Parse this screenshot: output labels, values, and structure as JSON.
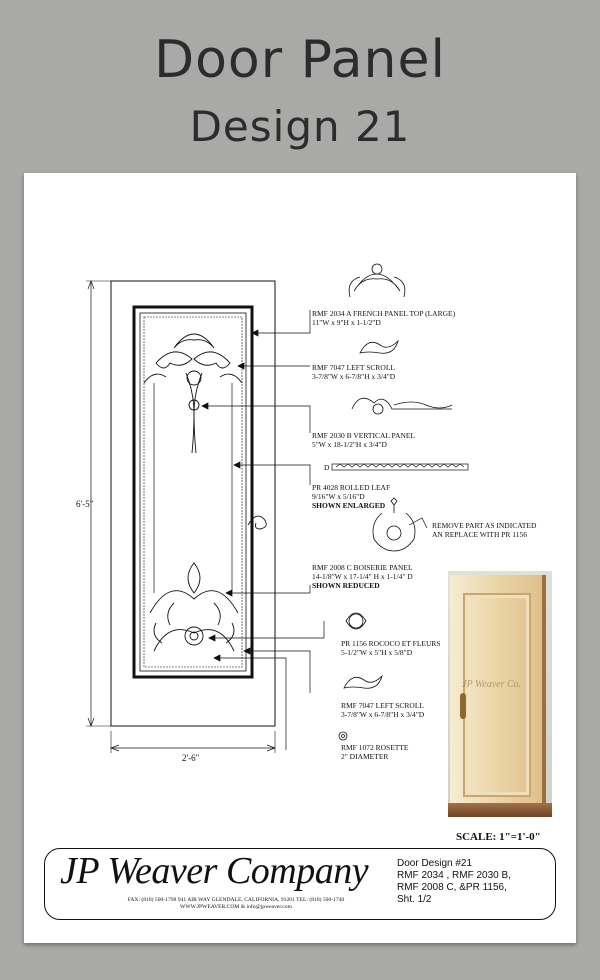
{
  "header": {
    "line1": "Door Panel",
    "line2": "Design 21"
  },
  "dimensions": {
    "height": "6'-5\"",
    "width": "2'-6\""
  },
  "callouts": [
    {
      "line1": "RMF 2034 A FRENCH PANEL TOP (LARGE)",
      "line2": "11\"W x 9\"H x 1-1/2\"D",
      "bold": ""
    },
    {
      "line1": "RMF 7047 LEFT SCROLL",
      "line2": "3-7/8\"W x 6-7/8\"H x 3/4\"D",
      "bold": ""
    },
    {
      "line1": "RMF 2030 B VERTICAL PANEL",
      "line2": "5\"W x 18-1/2\"H x 3/4\"D",
      "bold": ""
    },
    {
      "line1": "PR 4028 ROLLED LEAF",
      "line2": "9/16\"W x 5/16\"D",
      "bold": "SHOWN ENLARGED"
    },
    {
      "line1": "REMOVE  PART AS INDICATED",
      "line2": "AN REPLACE WITH PR 1156",
      "bold": ""
    },
    {
      "line1": "RMF 2008 C BOISERIE PANEL",
      "line2": "14-1/8\"W x 17-1/4\" H x 1-1/4\" D",
      "bold": "SHOWN REDUCED"
    },
    {
      "line1": "PR 1156 ROCOCO ET FLEURS",
      "line2": "5-1/2\"W x 5\"H x 5/8\"D",
      "bold": ""
    },
    {
      "line1": "RMF 7047 LEFT SCROLL",
      "line2": "3-7/8\"W x 6-7/8\"H x 3/4\"D",
      "bold": ""
    },
    {
      "line1": "RMF 1072 ROSETTE",
      "line2": "2\" DIAMETER",
      "bold": ""
    }
  ],
  "leaf_marker": "D",
  "photo": {
    "watermark": "JP Weaver Co."
  },
  "scale": "SCALE:  1\"=1'-0\"",
  "titleblock": {
    "company": "JP Weaver Company",
    "address_line1": "FAX: (818) 500-1798      941 AIR WAY  GLENDALE, CALIFORNIA, 91201   TEL: (818) 500-1740",
    "address_line2": "WWW.JPWEAVER.COM  & info@jpweaver.com",
    "design_lines": [
      "Door Design #21",
      "RMF 2034 , RMF 2030 B,",
      "RMF 2008 C, &PR 1156,",
      "Sht. 1/2"
    ]
  }
}
